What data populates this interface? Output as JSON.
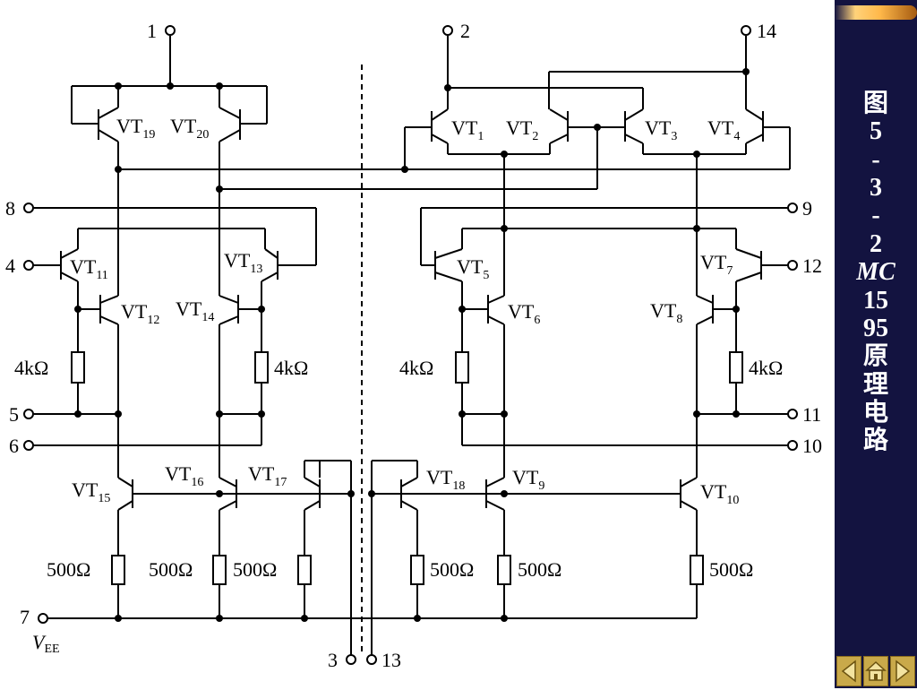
{
  "sidebar": {
    "title_chars": [
      "图",
      "5",
      "-",
      "3",
      "-",
      "2",
      "MC",
      "15",
      "95",
      "原",
      "理",
      "电",
      "路"
    ]
  },
  "pins": {
    "p1": "1",
    "p2": "2",
    "p14": "14",
    "p8": "8",
    "p9": "9",
    "p4": "4",
    "p12": "12",
    "p5": "5",
    "p11": "11",
    "p6": "6",
    "p10": "10",
    "p7": "7",
    "p3": "3",
    "p13": "13"
  },
  "supply_label": {
    "letter": "V",
    "sub": "EE"
  },
  "transistors": [
    {
      "id": "vt19",
      "text": "VT",
      "sub": "19"
    },
    {
      "id": "vt20",
      "text": "VT",
      "sub": "20"
    },
    {
      "id": "vt1",
      "text": "VT",
      "sub": "1"
    },
    {
      "id": "vt2",
      "text": "VT",
      "sub": "2"
    },
    {
      "id": "vt3",
      "text": "VT",
      "sub": "3"
    },
    {
      "id": "vt4",
      "text": "VT",
      "sub": "4"
    },
    {
      "id": "vt11",
      "text": "VT",
      "sub": "11"
    },
    {
      "id": "vt12",
      "text": "VT",
      "sub": "12"
    },
    {
      "id": "vt13",
      "text": "VT",
      "sub": "13"
    },
    {
      "id": "vt14",
      "text": "VT",
      "sub": "14"
    },
    {
      "id": "vt5",
      "text": "VT",
      "sub": "5"
    },
    {
      "id": "vt6",
      "text": "VT",
      "sub": "6"
    },
    {
      "id": "vt7",
      "text": "VT",
      "sub": "7"
    },
    {
      "id": "vt8",
      "text": "VT",
      "sub": "8"
    },
    {
      "id": "vt15",
      "text": "VT",
      "sub": "15"
    },
    {
      "id": "vt16",
      "text": "VT",
      "sub": "16"
    },
    {
      "id": "vt17",
      "text": "VT",
      "sub": "17"
    },
    {
      "id": "vt18",
      "text": "VT",
      "sub": "18"
    },
    {
      "id": "vt9",
      "text": "VT",
      "sub": "9"
    },
    {
      "id": "vt10",
      "text": "VT",
      "sub": "10"
    }
  ],
  "resistors": {
    "r4k_a": "4kΩ",
    "r4k_b": "4kΩ",
    "r4k_c": "4kΩ",
    "r4k_d": "4kΩ",
    "r500_a": "500Ω",
    "r500_b": "500Ω",
    "r500_c": "500Ω",
    "r500_d": "500Ω",
    "r500_e": "500Ω",
    "r500_f": "500Ω"
  },
  "colors": {
    "sidebar_bg": "#131340",
    "nav_button": "#c9a94a",
    "wire": "#000000"
  },
  "nav": {
    "icons": [
      "prev-arrow-icon",
      "home-icon",
      "next-arrow-icon"
    ]
  }
}
